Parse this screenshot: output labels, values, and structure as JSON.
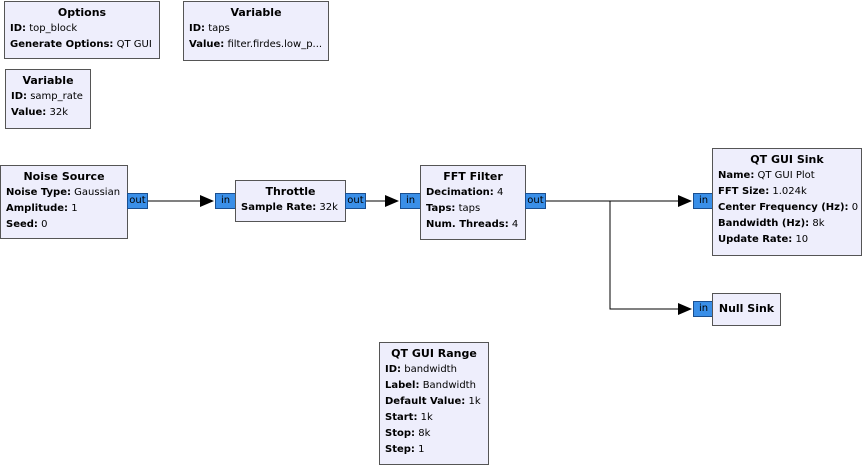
{
  "blocks": {
    "options": {
      "title": "Options",
      "params": [
        {
          "key": "ID:",
          "value": "top_block"
        },
        {
          "key": "Generate Options:",
          "value": "QT GUI"
        }
      ]
    },
    "variable_taps": {
      "title": "Variable",
      "params": [
        {
          "key": "ID:",
          "value": "taps"
        },
        {
          "key": "Value:",
          "value": "filter.firdes.low_p..."
        }
      ]
    },
    "variable_samp_rate": {
      "title": "Variable",
      "params": [
        {
          "key": "ID:",
          "value": "samp_rate"
        },
        {
          "key": "Value:",
          "value": "32k"
        }
      ]
    },
    "noise_source": {
      "title": "Noise Source",
      "params": [
        {
          "key": "Noise Type:",
          "value": "Gaussian"
        },
        {
          "key": "Amplitude:",
          "value": "1"
        },
        {
          "key": "Seed:",
          "value": "0"
        }
      ],
      "out_port": "out"
    },
    "throttle": {
      "title": "Throttle",
      "params": [
        {
          "key": "Sample Rate:",
          "value": "32k"
        }
      ],
      "in_port": "in",
      "out_port": "out"
    },
    "fft_filter": {
      "title": "FFT Filter",
      "params": [
        {
          "key": "Decimation:",
          "value": "4"
        },
        {
          "key": "Taps:",
          "value": "taps"
        },
        {
          "key": "Num. Threads:",
          "value": "4"
        }
      ],
      "in_port": "in",
      "out_port": "out"
    },
    "qt_gui_sink": {
      "title": "QT GUI Sink",
      "params": [
        {
          "key": "Name:",
          "value": "QT GUI Plot"
        },
        {
          "key": "FFT Size:",
          "value": "1.024k"
        },
        {
          "key": "Center Frequency (Hz):",
          "value": "0"
        },
        {
          "key": "Bandwidth (Hz):",
          "value": "8k"
        },
        {
          "key": "Update Rate:",
          "value": "10"
        }
      ],
      "in_port": "in"
    },
    "null_sink": {
      "title": "Null Sink",
      "params": [],
      "in_port": "in"
    },
    "qt_gui_range": {
      "title": "QT GUI Range",
      "params": [
        {
          "key": "ID:",
          "value": "bandwidth"
        },
        {
          "key": "Label:",
          "value": "Bandwidth"
        },
        {
          "key": "Default Value:",
          "value": "1k"
        },
        {
          "key": "Start:",
          "value": "1k"
        },
        {
          "key": "Stop:",
          "value": "8k"
        },
        {
          "key": "Step:",
          "value": "1"
        }
      ]
    }
  },
  "connections": [
    {
      "from": "noise_source",
      "to": "throttle"
    },
    {
      "from": "throttle",
      "to": "fft_filter"
    },
    {
      "from": "fft_filter",
      "to": "qt_gui_sink"
    },
    {
      "from": "fft_filter",
      "to": "null_sink"
    }
  ],
  "colors": {
    "block_fill": "#eeeefc",
    "block_border": "#555555",
    "port_fill": "#3a8fe8",
    "wire": "#000000"
  }
}
